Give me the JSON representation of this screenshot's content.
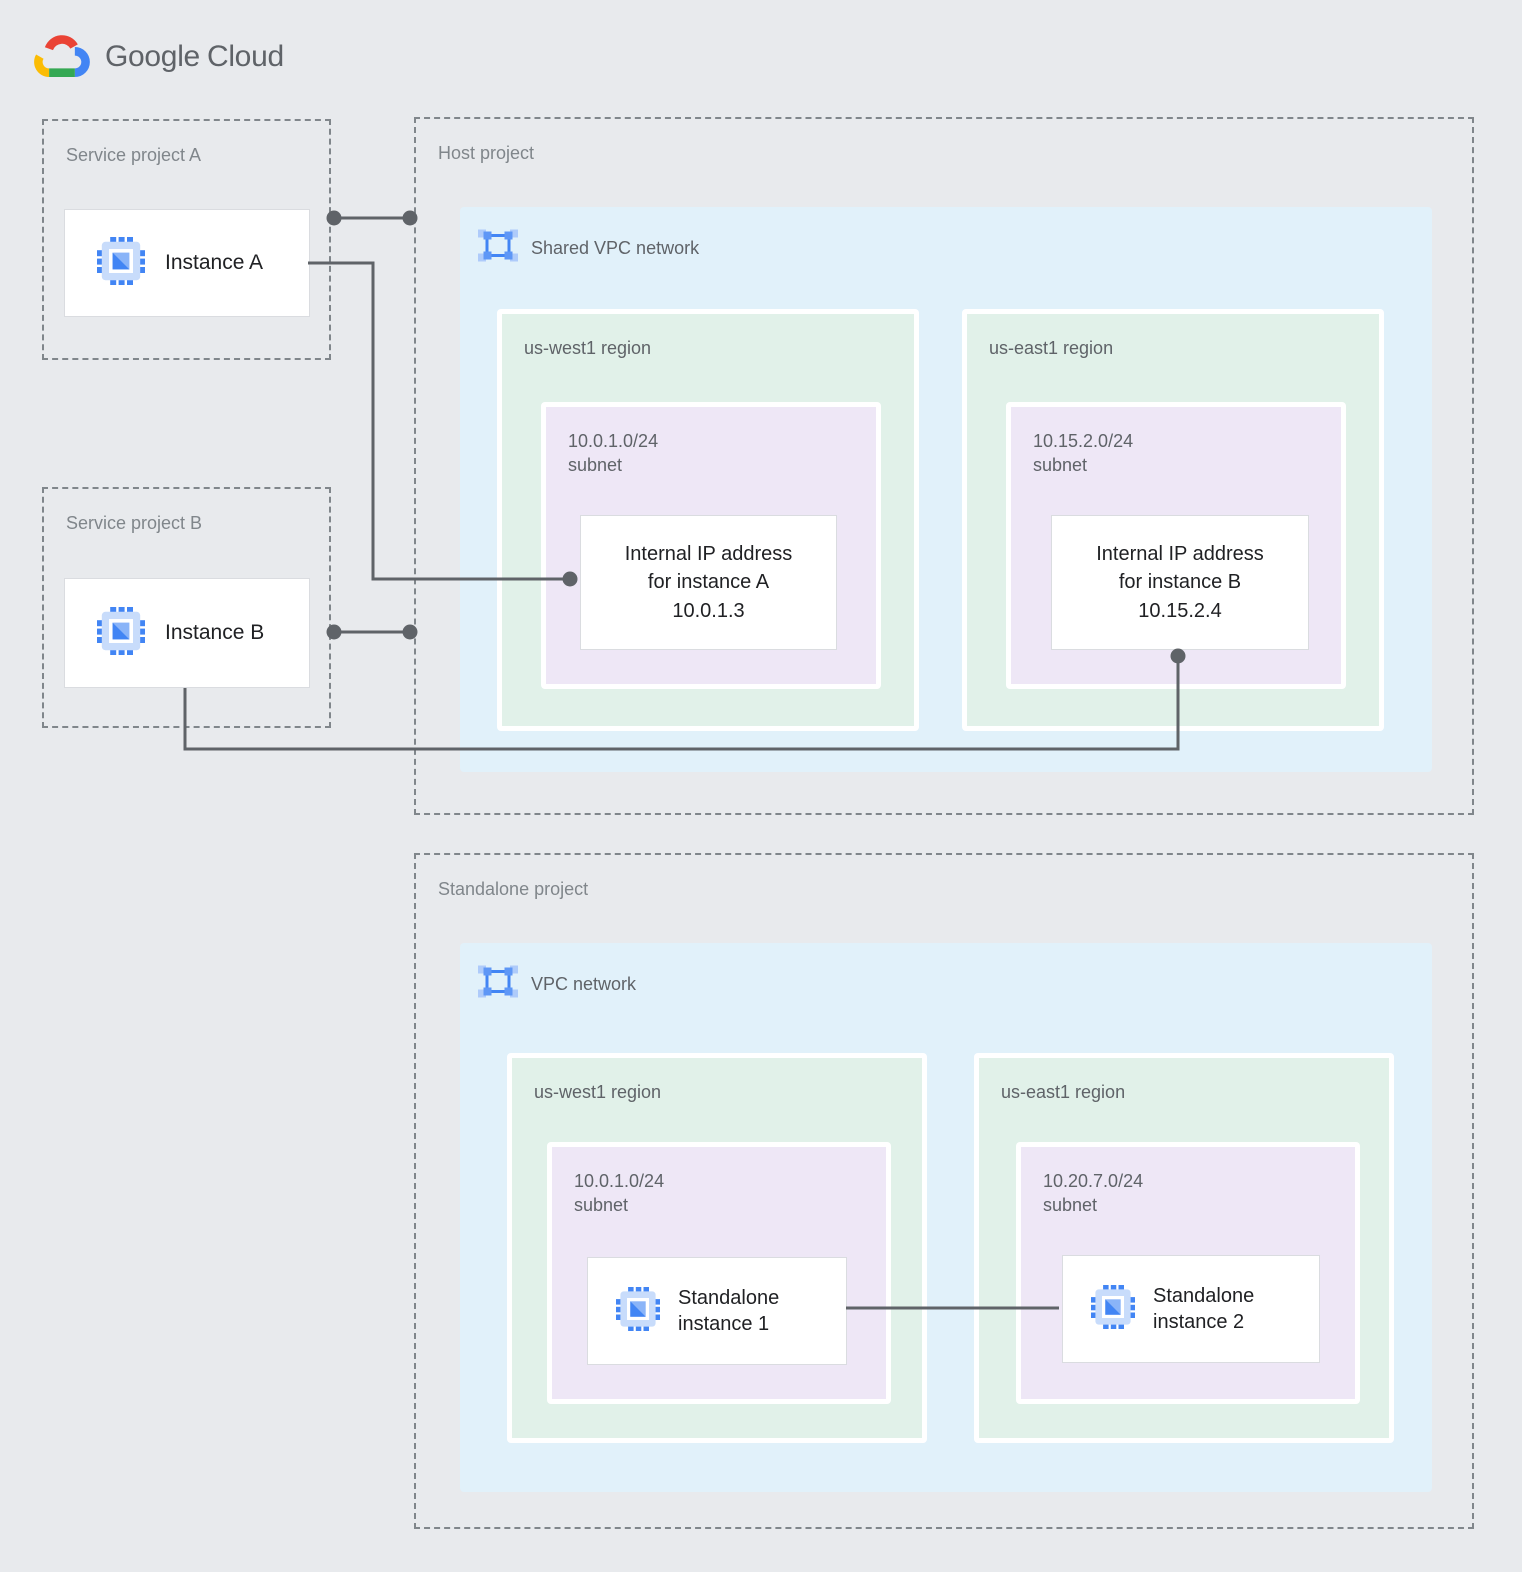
{
  "logo": {
    "google": "Google",
    "cloud": "Cloud"
  },
  "projects": {
    "service_a": {
      "label": "Service project A",
      "instance_label": "Instance A"
    },
    "service_b": {
      "label": "Service project B",
      "instance_label": "Instance B"
    },
    "host": {
      "label": "Host project",
      "network_label": "Shared VPC network",
      "regions": [
        {
          "label": "us-west1 region",
          "subnet_cidr": "10.0.1.0/24",
          "subnet_word": "subnet",
          "ip_line1": "Internal IP address",
          "ip_line2": "for instance A",
          "ip_line3": "10.0.1.3"
        },
        {
          "label": "us-east1 region",
          "subnet_cidr": "10.15.2.0/24",
          "subnet_word": "subnet",
          "ip_line1": "Internal IP address",
          "ip_line2": "for instance B",
          "ip_line3": "10.15.2.4"
        }
      ]
    },
    "standalone": {
      "label": "Standalone project",
      "network_label": "VPC network",
      "regions": [
        {
          "label": "us-west1 region",
          "subnet_cidr": "10.0.1.0/24",
          "subnet_word": "subnet",
          "instance_label": "Standalone instance 1"
        },
        {
          "label": "us-east1 region",
          "subnet_cidr": "10.20.7.0/24",
          "subnet_word": "subnet",
          "instance_label": "Standalone instance 2"
        }
      ]
    }
  },
  "icons": {
    "logo": "google-cloud-logo",
    "instance": "compute-engine-icon",
    "network": "vpc-network-icon"
  },
  "colors": {
    "background": "#E8EAED",
    "network_fill": "#E1F1FA",
    "region_fill": "#E1F1E9",
    "subnet_fill": "#EEE7F6",
    "connector": "#5F6368",
    "dashed_border": "#80868B",
    "logo_blue": "#4285F4",
    "logo_red": "#EA4335",
    "logo_yellow": "#FBBC04",
    "logo_green": "#34A853"
  }
}
